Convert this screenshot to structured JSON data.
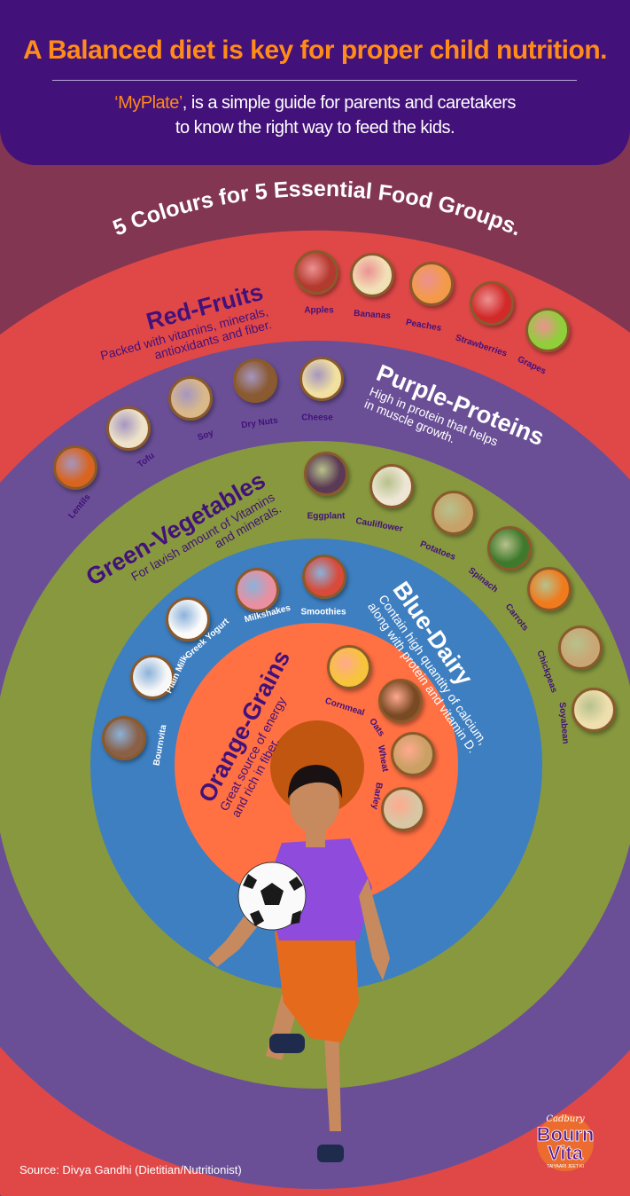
{
  "header": {
    "title": "A Balanced diet is key for proper child nutrition.",
    "subtitle_highlight": "‘MyPlate’",
    "subtitle_rest": ", is a simple guide for parents and caretakers",
    "subtitle_line2": "to know the right way to feed the kids."
  },
  "heading": "5 Colours for 5 Essential Food Groups.",
  "groups": {
    "red": {
      "title": "Red-Fruits",
      "desc1": "Packed with vitamins, minerals,",
      "desc2": "antioxidants and fiber.",
      "items": [
        "Apples",
        "Bananas",
        "Peaches",
        "Strawberries",
        "Grapes"
      ],
      "color": "#e04848"
    },
    "purple": {
      "title": "Purple-Proteins",
      "desc1": "High in protein that helps",
      "desc2": "in muscle growth.",
      "items": [
        "Lentils",
        "Tofu",
        "Soy",
        "Dry Nuts",
        "Cheese"
      ],
      "color": "#6a4f96"
    },
    "green": {
      "title": "Green-Vegetables",
      "desc1": "For lavish amount of Vitamins",
      "desc2": "and minerals.",
      "items": [
        "Eggplant",
        "Cauliflower",
        "Potatoes",
        "Spinach",
        "Carrots",
        "Chickpeas",
        "Soyabean"
      ],
      "color": "#87983f"
    },
    "blue": {
      "title": "Blue-Dairy",
      "desc1": "Contain high quantity of calcium,",
      "desc2": "along with protein and vitamin D.",
      "items": [
        "Bournvita",
        "Plain Milk",
        "Greek Yogurt",
        "Milkshakes",
        "Smoothies"
      ],
      "color": "#3e7fc1"
    },
    "orange": {
      "title": "Orange-Grains",
      "desc1": "Great source of energy",
      "desc2": "and rich in fiber.",
      "items": [
        "Cornmeal",
        "Oats",
        "Wheat",
        "Barley"
      ],
      "color": "#ff7043"
    }
  },
  "source": "Source: Divya Gandhi (Dietitian/Nutritionist)",
  "logo": {
    "brand": "Cadbury",
    "line1": "Bourn",
    "line2": "Vita",
    "tagline": "TAIYAARI JEET KI"
  }
}
